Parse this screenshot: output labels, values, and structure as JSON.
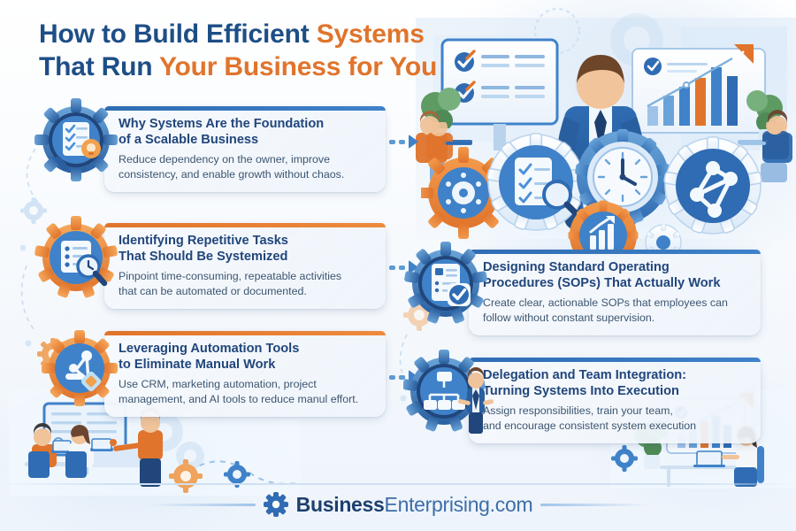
{
  "header": {
    "title_line1_dark": "How to Build Efficient ",
    "title_line1_accent": "Systems",
    "title_line2_dark": "That Run ",
    "title_line2_accent": "Your Business for You"
  },
  "colors": {
    "navy": "#1d4e86",
    "orange": "#e0742c",
    "blue": "#2f6cb3",
    "heading": "#21467b",
    "body_text": "#3c5570",
    "background": "#f4f8fc"
  },
  "cards": [
    {
      "id": "card1",
      "side": "left",
      "accent": "blue",
      "icon": "checklist-lightbulb-gear-icon",
      "title_line1": "Why Systems Are the Foundation",
      "title_line2": "of a Scalable Business",
      "body_line1": "Reduce dependency on the owner, improve",
      "body_line2": "consistency, and enable growth without chaos."
    },
    {
      "id": "card2",
      "side": "left",
      "accent": "orange",
      "icon": "task-list-magnifier-gear-icon",
      "title_line1": "Identifying Repetitive Tasks",
      "title_line2": "That Should Be Systemized",
      "body_line1": "Pinpoint time-consuming, repeatable activities",
      "body_line2": "that can be automated or documented."
    },
    {
      "id": "card3",
      "side": "left",
      "accent": "orange",
      "icon": "automation-network-gear-icon",
      "title_line1": "Leveraging Automation Tools",
      "title_line2": "to Eliminate Manual Work",
      "body_line1": "Use CRM, marketing automation, project",
      "body_line2": "management, and AI tools to reduce manul effort."
    },
    {
      "id": "card4",
      "side": "right",
      "accent": "blue",
      "icon": "document-checkmark-gear-icon",
      "title_line1": "Designing Standard Operating",
      "title_line2": "Procedures (SOPs) That Actually Work",
      "body_line1": "Create clear, actionable SOPs that employees can",
      "body_line2": "follow without constant supervision."
    },
    {
      "id": "card5",
      "side": "right",
      "accent": "blue",
      "icon": "org-chart-person-gear-icon",
      "title_line1": "Delegation and Team Integration:",
      "title_line2": "Turning Systems Into Execution",
      "body_line1": "Assign responsibilities, train your team,",
      "body_line2": "and encourage consistent system execution"
    }
  ],
  "footer": {
    "brand_bold": "Business",
    "brand_light": "Enterprising.com",
    "logo_icon": "gear-icon"
  },
  "illustration": {
    "top_right": "businessman-with-tablet-checklist-board-bar-chart",
    "center_gears": "gear-cluster-checklist-clock-network-chart",
    "bottom_left": "team-meeting-desks-presentation-board",
    "bottom_right": "woman-at-desk-with-laptop-and-bar-chart-screen"
  }
}
